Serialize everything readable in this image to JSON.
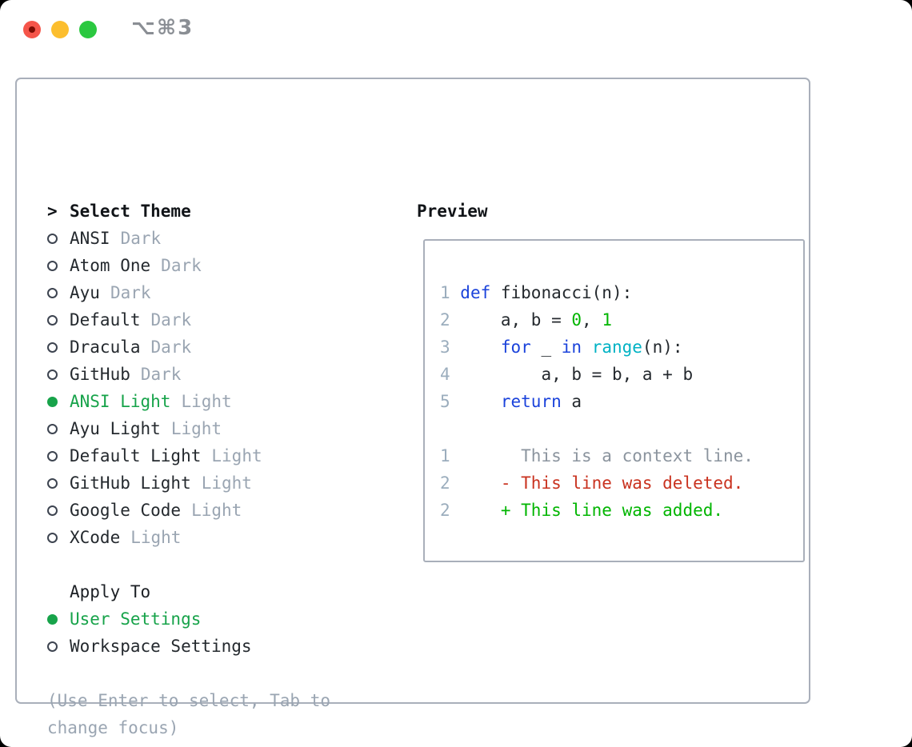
{
  "titlebar": {
    "shortcut": "⌥⌘3",
    "traffic_lights": [
      {
        "name": "close-button",
        "color": "#f5554a",
        "has_dot": true
      },
      {
        "name": "minimize-button",
        "color": "#fcbe2e",
        "has_dot": false
      },
      {
        "name": "zoom-button",
        "color": "#2bc840",
        "has_dot": false
      }
    ]
  },
  "palette": {
    "fg": "#24292e",
    "muted": "#9aa5b2",
    "lineno": "#9badbd",
    "context": "#8b949e",
    "keyword": "#1b43db",
    "builtin": "#00b2c4",
    "number": "#00b500",
    "added": "#00b500",
    "deleted": "#c9321f",
    "ui_green": "#17a34a",
    "border": "#a9afba",
    "title_gray": "#8a8e94",
    "close_dot": "#7c0c03"
  },
  "theme_picker": {
    "header_prefix": ">",
    "header": "Select Theme",
    "items": [
      {
        "label": "ANSI",
        "tag": "Dark",
        "selected": false
      },
      {
        "label": "Atom One",
        "tag": "Dark",
        "selected": false
      },
      {
        "label": "Ayu",
        "tag": "Dark",
        "selected": false
      },
      {
        "label": "Default",
        "tag": "Dark",
        "selected": false
      },
      {
        "label": "Dracula",
        "tag": "Dark",
        "selected": false
      },
      {
        "label": "GitHub",
        "tag": "Dark",
        "selected": false
      },
      {
        "label": "ANSI Light",
        "tag": "Light",
        "selected": true
      },
      {
        "label": "Ayu Light",
        "tag": "Light",
        "selected": false
      },
      {
        "label": "Default Light",
        "tag": "Light",
        "selected": false
      },
      {
        "label": "GitHub Light",
        "tag": "Light",
        "selected": false
      },
      {
        "label": "Google Code",
        "tag": "Light",
        "selected": false
      },
      {
        "label": "XCode",
        "tag": "Light",
        "selected": false
      }
    ]
  },
  "apply_to": {
    "header": "Apply To",
    "options": [
      {
        "label": "User Settings",
        "selected": true
      },
      {
        "label": "Workspace Settings",
        "selected": false
      }
    ]
  },
  "help_text": "(Use Enter to select, Tab to\nchange focus)",
  "preview": {
    "title": "Preview",
    "code_lines": [
      {
        "num": "1",
        "segments": [
          {
            "text": "def",
            "color": "keyword"
          },
          {
            "text": " fibonacci(n):",
            "color": "fg"
          }
        ]
      },
      {
        "num": "2",
        "segments": [
          {
            "text": "    a, b = ",
            "color": "fg"
          },
          {
            "text": "0",
            "color": "number"
          },
          {
            "text": ", ",
            "color": "fg"
          },
          {
            "text": "1",
            "color": "number"
          }
        ]
      },
      {
        "num": "3",
        "segments": [
          {
            "text": "    ",
            "color": "fg"
          },
          {
            "text": "for",
            "color": "keyword"
          },
          {
            "text": " _ ",
            "color": "fg"
          },
          {
            "text": "in",
            "color": "keyword"
          },
          {
            "text": " ",
            "color": "fg"
          },
          {
            "text": "range",
            "color": "builtin"
          },
          {
            "text": "(n):",
            "color": "fg"
          }
        ]
      },
      {
        "num": "4",
        "segments": [
          {
            "text": "        a, b = b, a + b",
            "color": "fg"
          }
        ]
      },
      {
        "num": "5",
        "segments": [
          {
            "text": "    ",
            "color": "fg"
          },
          {
            "text": "return",
            "color": "keyword"
          },
          {
            "text": " a",
            "color": "fg"
          }
        ]
      },
      {
        "num": "",
        "segments": []
      },
      {
        "num": "1",
        "segments": [
          {
            "text": "      This is a context line.",
            "color": "context"
          }
        ]
      },
      {
        "num": "2",
        "segments": [
          {
            "text": "    - This line was deleted.",
            "color": "deleted"
          }
        ]
      },
      {
        "num": "2",
        "segments": [
          {
            "text": "    + This line was added.",
            "color": "added"
          }
        ]
      }
    ]
  }
}
